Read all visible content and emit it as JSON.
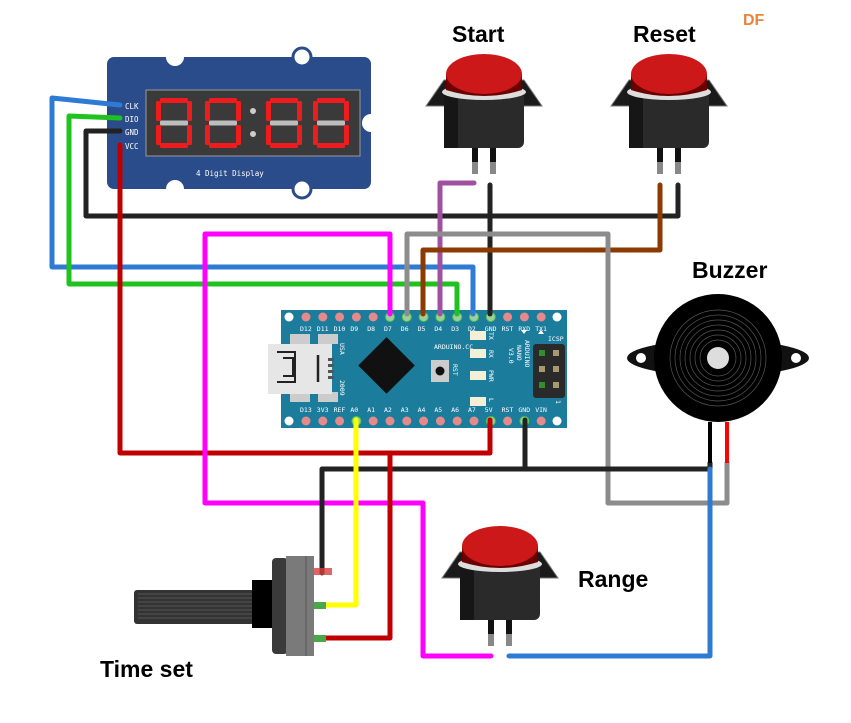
{
  "watermark": "DF",
  "labels": {
    "start": "Start",
    "reset": "Reset",
    "buzzer": "Buzzer",
    "range": "Range",
    "time_set": "Time set"
  },
  "display": {
    "title": "4 Digit Display",
    "pins": [
      "CLK",
      "DIO",
      "GND",
      "VCC"
    ],
    "segment_color": "#ee1c1c",
    "board_color": "#2b4c8a"
  },
  "arduino": {
    "top_pins": [
      "D12",
      "D11",
      "D10",
      "D9",
      "D8",
      "D7",
      "D6",
      "D5",
      "D4",
      "D3",
      "D2",
      "GND",
      "RST",
      "RXD",
      "TX1"
    ],
    "bottom_pins": [
      "D13",
      "3V3",
      "REF",
      "A0",
      "A1",
      "A2",
      "A3",
      "A4",
      "A5",
      "A6",
      "A7",
      "5V",
      "RST",
      "GND",
      "VIN"
    ],
    "site": "ARDUINO.CC",
    "name_lines": [
      "ARDUINO",
      "NANO",
      "V3.0"
    ],
    "leds": [
      "TX",
      "RX",
      "PWR",
      "L"
    ],
    "reset_label": "RST",
    "usb_label": "USA",
    "year": "2009",
    "icsp_label": "ICSP",
    "icsp_pin1": "1",
    "board_color": "#1c7c9c"
  },
  "wire_colors": {
    "blue": "#2e7bd6",
    "green": "#1fc21f",
    "black": "#222222",
    "red": "#c00000",
    "magenta": "#ff00ff",
    "gray": "#8c8c8c",
    "brown": "#8b3a00",
    "purple": "#a050a0",
    "yellow": "#ffff00"
  }
}
